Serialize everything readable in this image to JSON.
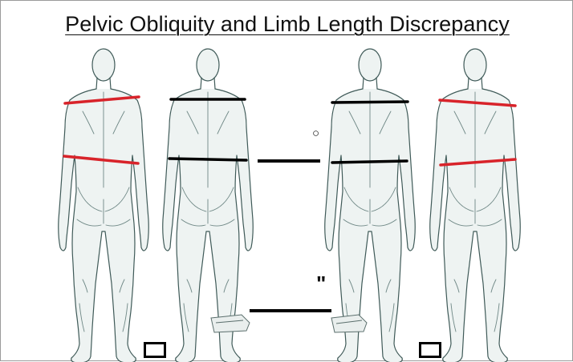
{
  "title": "Pelvic Obliquity and Limb Length Discrepancy",
  "symbols": {
    "degree_mark": "○",
    "inch_mark": "\""
  },
  "figures": [
    {
      "id": "figure-1",
      "shoulder_line_color": "#d8232a",
      "pelvis_line_color": "#d8232a",
      "shoulder_tilt": "down-left",
      "pelvis_tilt": "down-right",
      "lift_block": false
    },
    {
      "id": "figure-2",
      "shoulder_line_color": "#000000",
      "pelvis_line_color": "#000000",
      "shoulder_tilt": "level",
      "pelvis_tilt": "level",
      "lift_block": true
    },
    {
      "id": "figure-3",
      "shoulder_line_color": "#000000",
      "pelvis_line_color": "#000000",
      "shoulder_tilt": "level",
      "pelvis_tilt": "level",
      "lift_block": true
    },
    {
      "id": "figure-4",
      "shoulder_line_color": "#d8232a",
      "pelvis_line_color": "#d8232a",
      "shoulder_tilt": "down-right",
      "pelvis_tilt": "down-left",
      "lift_block": false
    }
  ],
  "colors": {
    "figure_stroke": "#3f5a58",
    "figure_fill": "#eef3f2",
    "marker_red": "#d8232a",
    "marker_black": "#000000"
  }
}
